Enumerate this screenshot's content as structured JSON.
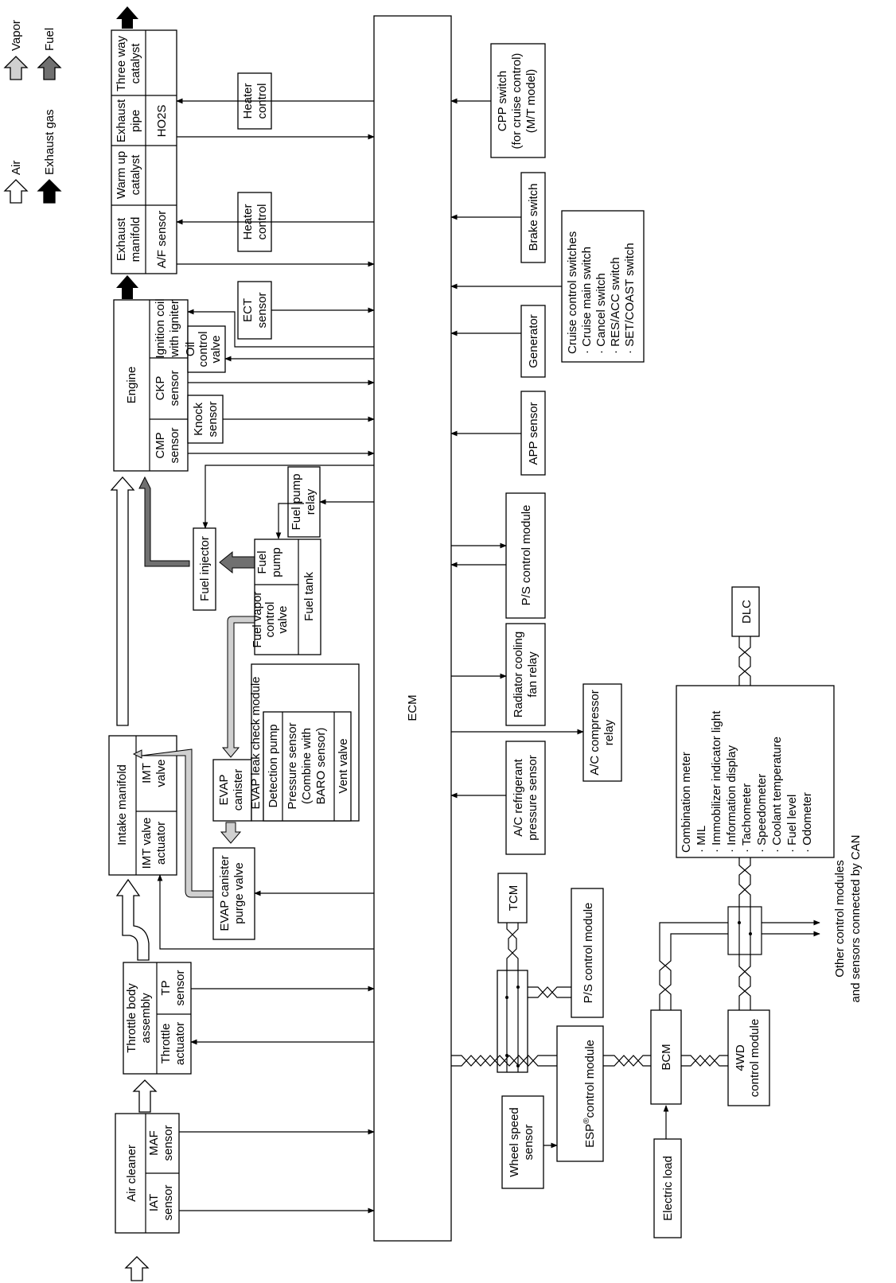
{
  "legend": {
    "air": "Air",
    "vapor": "Vapor",
    "exhaust_gas": "Exhaust gas",
    "fuel": "Fuel",
    "colors": {
      "air": "#ffffff",
      "vapor": "#d0d0d0",
      "exhaust_gas": "#000000",
      "fuel": "#707070"
    }
  },
  "ecm": "ECM",
  "left_column": {
    "air_cleaner": {
      "title": "Air cleaner",
      "iat": [
        "IAT",
        "sensor"
      ],
      "maf": [
        "MAF",
        "sensor"
      ]
    },
    "throttle_body": {
      "title": [
        "Throttle body",
        "assembly"
      ],
      "actuator": [
        "Throttle",
        "actuator"
      ],
      "tp": [
        "TP",
        "sensor"
      ]
    },
    "intake_manifold": {
      "title": "Intake manifold",
      "imt_actuator": [
        "IMT valve",
        "actuator"
      ],
      "imt_valve": [
        "IMT",
        "valve"
      ]
    },
    "engine": {
      "title": "Engine",
      "cmp": [
        "CMP",
        "sensor"
      ],
      "ckp": [
        "CKP",
        "sensor"
      ],
      "ignition": [
        "Ignition coil",
        "with igniter"
      ],
      "knock": [
        "Knock",
        "sensor"
      ],
      "oil_valve": [
        "Oil",
        "control",
        "valve"
      ]
    },
    "exhaust": {
      "manifold": [
        "Exhaust",
        "manifold"
      ],
      "af_sensor": "A/F sensor",
      "warmup": [
        "Warm up",
        "catalyst"
      ],
      "pipe": [
        "Exhaust",
        "pipe"
      ],
      "ho2s": "HO2S",
      "three_way": [
        "Three way",
        "catalyst"
      ]
    }
  },
  "middle_column": {
    "evap_purge": [
      "EVAP canister",
      "purge valve"
    ],
    "evap_canister": [
      "EVAP",
      "canister"
    ],
    "evap_module": {
      "title": "EVAP leak check module",
      "detection_pump": "Detection pump",
      "pressure_sensor": [
        "Pressure sensor",
        "(Combine with",
        "BARO sensor)"
      ],
      "vent_valve": "Vent valve"
    },
    "fuel_tank": {
      "title": "Fuel tank",
      "vapor_valve": [
        "Fuel vapor",
        "control",
        "valve"
      ],
      "pump": [
        "Fuel",
        "pump"
      ]
    },
    "fuel_injector": "Fuel injector",
    "fuel_pump_relay": [
      "Fuel pump",
      "relay"
    ],
    "ect_sensor": [
      "ECT",
      "sensor"
    ],
    "heater_control_af": [
      "Heater",
      "control"
    ],
    "heater_control_ho2s": [
      "Heater",
      "control"
    ]
  },
  "right_column": {
    "wheel_speed": [
      "Wheel speed",
      "sensor"
    ],
    "esp": {
      "main": "ESP",
      "sup": "®",
      "rest": "control module"
    },
    "ps_module_can": "P/S control module",
    "tcm": "TCM",
    "ac_pressure": [
      "A/C refrigerant",
      "pressure sensor"
    ],
    "radiator_relay": [
      "Radiator cooling",
      "fan relay"
    ],
    "ps_module": "P/S control module",
    "app_sensor": "APP sensor",
    "generator": "Generator",
    "brake_switch": "Brake switch",
    "cpp_switch": [
      "CPP switch",
      "(for cruise control)",
      "(M/T model)"
    ],
    "cruise_switches": [
      "Cruise control switches",
      "· Cruise main switch",
      "· Cancel switch",
      "· RES/ACC switch",
      "· SET/COAST switch"
    ],
    "ac_relay": [
      "A/C compressor",
      "relay"
    ]
  },
  "can_column": {
    "electric_load": "Electric load",
    "bcm": "BCM",
    "fourwd": [
      "4WD",
      "control module"
    ],
    "combination_meter": [
      "Combination meter",
      "· MIL",
      "· Immobilizer indicator light",
      "· Information display",
      "· Tachometer",
      "· Speedometer",
      "· Coolant temperature",
      "· Fuel level",
      "· Odometer"
    ],
    "dlc": "DLC",
    "other_modules": [
      "Other control modules",
      "and sensors connected by CAN"
    ]
  }
}
